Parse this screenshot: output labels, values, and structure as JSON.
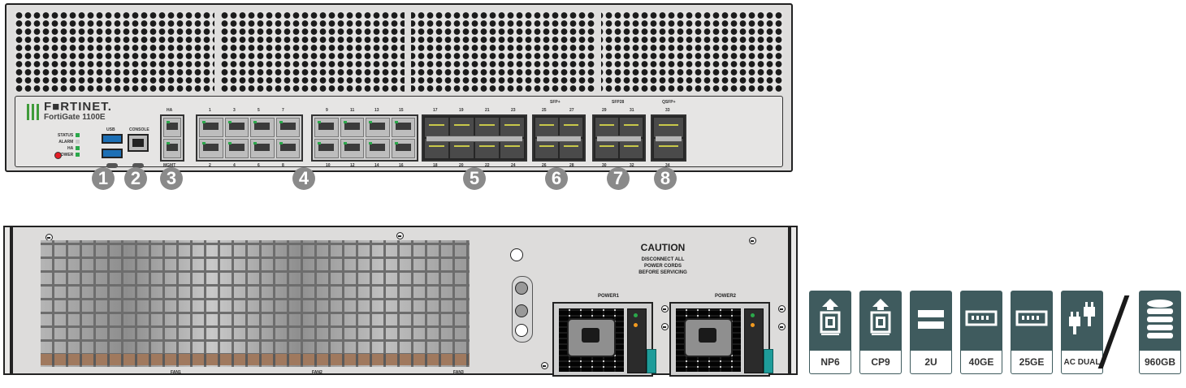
{
  "front": {
    "brand": "F■RTINET.",
    "model": "FortiGate 1100E",
    "leds": [
      "STATUS",
      "ALARM",
      "HA",
      "POWER"
    ],
    "labels": {
      "usb": "USB",
      "console": "CONSOLE",
      "ha": "HA",
      "mgmt": "MGMT",
      "sfp_plus": "SFP+",
      "sfp28": "SFP28",
      "qsfp_plus": "QSFP+"
    },
    "rj_top": [
      "1",
      "3",
      "5",
      "7"
    ],
    "rj_bottom": [
      "2",
      "4",
      "6",
      "8"
    ],
    "rj2_top": [
      "9",
      "11",
      "13",
      "15"
    ],
    "rj2_bottom": [
      "10",
      "12",
      "14",
      "16"
    ],
    "sfp_top": [
      "17",
      "19",
      "21",
      "23"
    ],
    "sfp_bottom": [
      "18",
      "20",
      "22",
      "24"
    ],
    "sfpp_top": [
      "25",
      "27"
    ],
    "sfpp_bottom": [
      "26",
      "28"
    ],
    "sfp28_top": [
      "29",
      "31"
    ],
    "sfp28_bottom": [
      "30",
      "32"
    ],
    "qsfp_top": "33",
    "qsfp_bottom": "34",
    "callouts": [
      "1",
      "2",
      "3",
      "4",
      "5",
      "6",
      "7",
      "8"
    ]
  },
  "rear": {
    "caution_title": "CAUTION",
    "caution_lines": [
      "DISCONNECT ALL",
      "POWER CORDS",
      "BEFORE SERVICING"
    ],
    "power1": "POWER1",
    "power2": "POWER2",
    "fans": [
      "FAN1",
      "FAN2",
      "FAN3"
    ]
  },
  "features": [
    {
      "icon": "np6-chip-icon",
      "label": "NP6"
    },
    {
      "icon": "cp9-chip-icon",
      "label": "CP9"
    },
    {
      "icon": "rack-2u-icon",
      "label": "2U"
    },
    {
      "icon": "port-40ge-icon",
      "label": "40GE"
    },
    {
      "icon": "port-25ge-icon",
      "label": "25GE"
    },
    {
      "icon": "ac-dual-power-icon",
      "label": "AC DUAL"
    },
    {
      "icon": "storage-disk-icon",
      "label": "960GB"
    }
  ],
  "colors": {
    "fortinet_green": "#3f9b3a",
    "callout_grey": "#8a8a8a",
    "feature_teal": "#3f5b5e",
    "usb_blue": "#1c6fb5"
  }
}
